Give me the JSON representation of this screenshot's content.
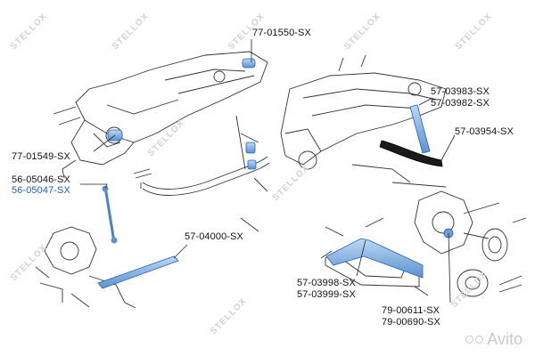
{
  "labels": {
    "mount_top": "77-01550-SX",
    "bushing_left": "77-01549-SX",
    "link_a": "56-05046-SX",
    "link_b": "56-05047-SX",
    "arm_lower_long": "57-04000-SX",
    "rod_upper_a": "57-03983-SX",
    "rod_upper_b": "57-03982-SX",
    "arm_curved": "57-03954-SX",
    "arm_wishbone_a": "57-03998-SX",
    "arm_wishbone_b": "57-03999-SX",
    "bearing_a": "79-00611-SX",
    "bearing_b": "79-00690-SX"
  },
  "watermark": {
    "brand": "STELLOX",
    "avito": "Avito"
  },
  "colors": {
    "highlight": "#1d63b8",
    "line": "#222222",
    "watermark": "#d2d2d2"
  }
}
